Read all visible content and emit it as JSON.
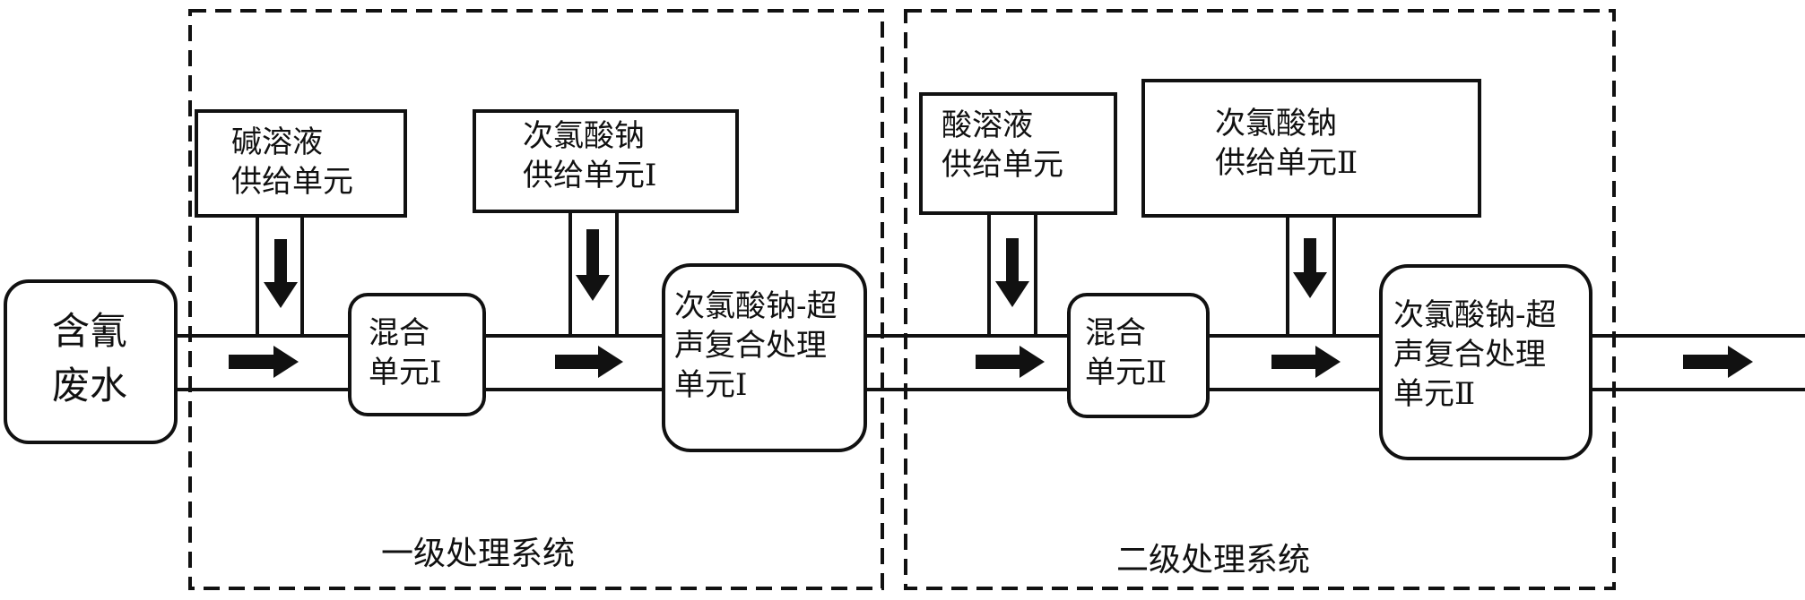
{
  "input": {
    "label": "含氰\n废水"
  },
  "stage1": {
    "group_label": "一级处理系统",
    "alkali_supply": "碱溶液\n供给单元",
    "naclo_supply": "次氯酸钠\n供给单元Ⅰ",
    "mix_unit": "混合\n单元Ⅰ",
    "treat_unit": "次氯酸钠-超\n声复合处理\n单元Ⅰ"
  },
  "stage2": {
    "group_label": "二级处理系统",
    "acid_supply": "酸溶液\n供给单元",
    "naclo_supply": "次氯酸钠\n供给单元Ⅱ",
    "mix_unit": "混合\n单元Ⅱ",
    "treat_unit": "次氯酸钠-超\n声复合处理\n单元Ⅱ"
  },
  "colors": {
    "stroke": "#111111",
    "background": "#ffffff"
  }
}
